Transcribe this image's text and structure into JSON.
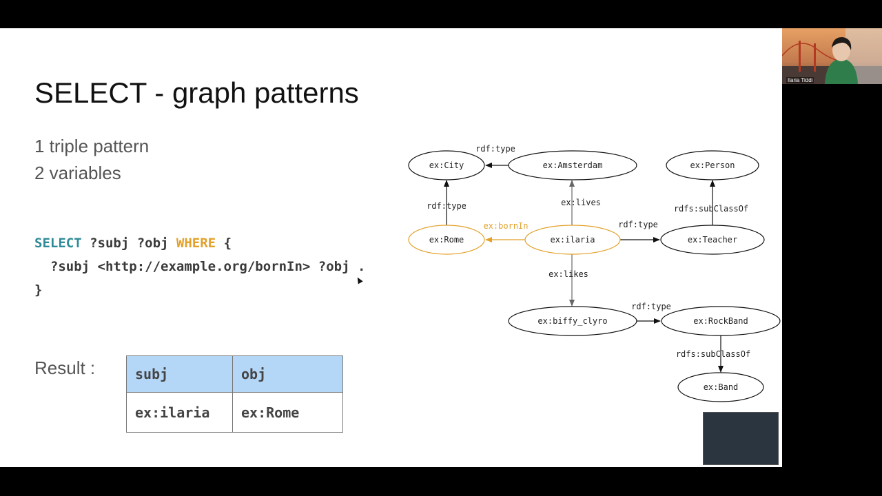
{
  "slide": {
    "title": "SELECT - graph patterns",
    "line1": "1 triple pattern",
    "line2": "2 variables",
    "query": {
      "kw_select": "SELECT",
      "vars": " ?subj ?obj ",
      "kw_where": "WHERE",
      "open_brace": " {",
      "triple": "  ?subj <http://example.org/bornIn> ?obj .",
      "close_brace": "}"
    },
    "result_label": "Result :",
    "result_table": {
      "headers": [
        "subj",
        "obj"
      ],
      "rows": [
        [
          "ex:ilaria",
          "ex:Rome"
        ]
      ]
    }
  },
  "graph": {
    "nodes": {
      "city": "ex:City",
      "amsterdam": "ex:Amsterdam",
      "person": "ex:Person",
      "rome": "ex:Rome",
      "ilaria": "ex:ilaria",
      "teacher": "ex:Teacher",
      "biffy": "ex:biffy_clyro",
      "rockband": "ex:RockBand",
      "band": "ex:Band"
    },
    "edges": {
      "amsterdam_city": "rdf:type",
      "rome_city": "rdf:type",
      "ilaria_amsterdam": "ex:lives",
      "ilaria_rome": "ex:bornIn",
      "ilaria_teacher": "rdf:type",
      "teacher_person": "rdfs:subClassOf",
      "ilaria_biffy": "ex:likes",
      "biffy_rockband": "rdf:type",
      "rockband_band": "rdfs:subClassOf"
    },
    "highlight_color": "#e2a12a"
  },
  "webcam": {
    "participant_name": "Ilaria Tiddi"
  }
}
